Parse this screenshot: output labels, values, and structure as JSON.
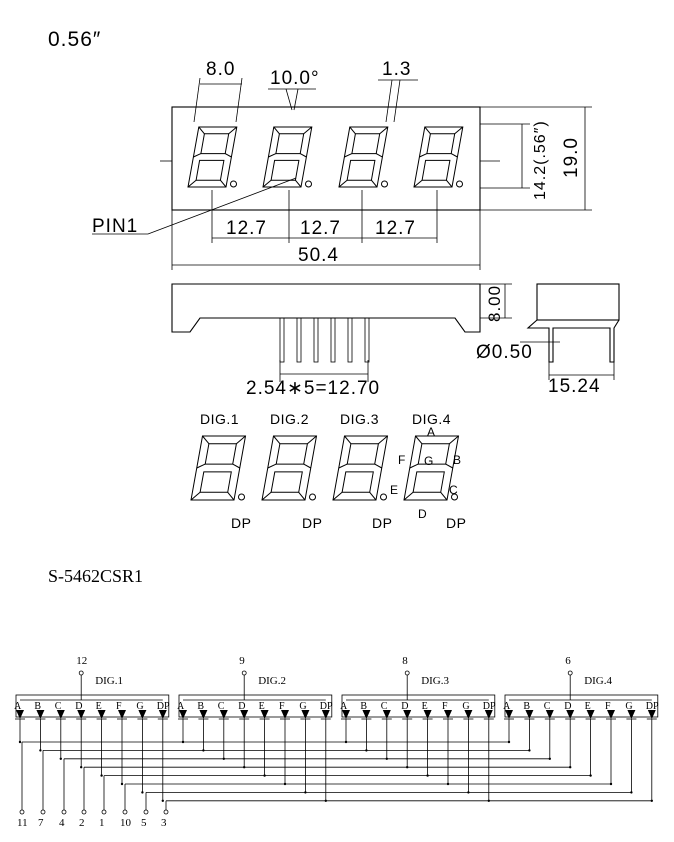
{
  "size_title": "0.56″",
  "part_number": "S-5462CSR1",
  "front_dims": {
    "seg_width": "8.0",
    "slant": "10.0°",
    "seg_stroke": "1.3",
    "char_height": "14.2(.56″)",
    "body_height": "19.0",
    "digit_pitch": [
      "12.7",
      "12.7",
      "12.7"
    ],
    "body_width": "50.4",
    "pin1": "PIN1"
  },
  "side_dims": {
    "depth": "8.00",
    "pin_dia": "Ø0.50",
    "pin_pitch": "2.54∗5=12.70",
    "row_spacing": "15.24"
  },
  "digit_view": {
    "digits": [
      "DIG.1",
      "DIG.2",
      "DIG.3",
      "DIG.4"
    ],
    "dp": "DP",
    "segments": {
      "a": "A",
      "b": "B",
      "c": "C",
      "d": "D",
      "e": "E",
      "f": "F",
      "g": "G"
    }
  },
  "schematic": {
    "digit_names": [
      "DIG.1",
      "DIG.2",
      "DIG.3",
      "DIG.4"
    ],
    "common_pins": [
      "12",
      "9",
      "8",
      "6"
    ],
    "segment_labels": [
      "A",
      "B",
      "C",
      "D",
      "E",
      "F",
      "G",
      "DP"
    ],
    "bottom_pins": [
      "11",
      "7",
      "4",
      "2",
      "1",
      "10",
      "5",
      "3"
    ]
  }
}
